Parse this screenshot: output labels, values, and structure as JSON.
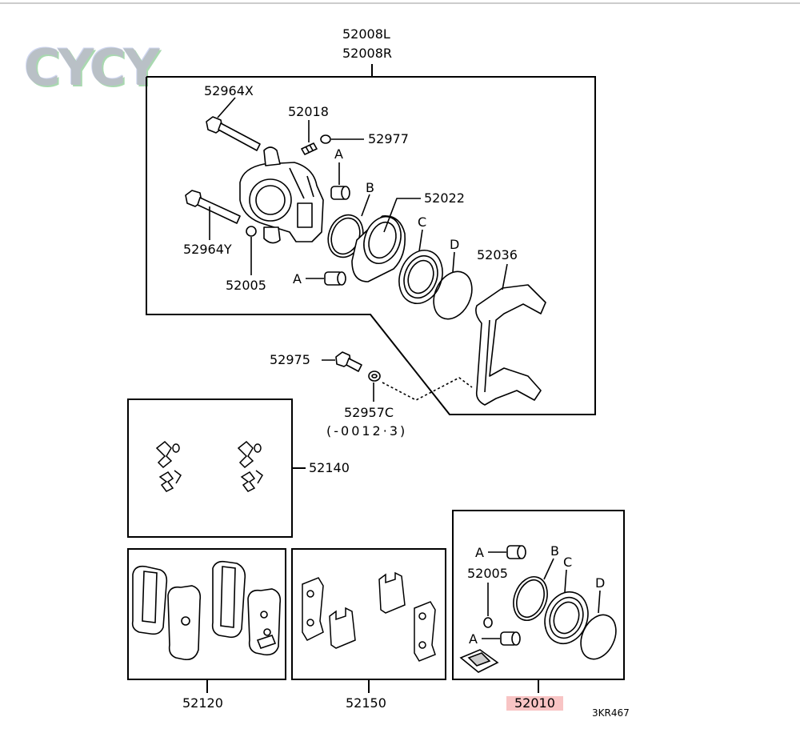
{
  "watermark": "CYCY",
  "diagram_code": "3KR467",
  "callouts": {
    "caliper_l": "52008L",
    "caliper_r": "52008R",
    "bolt_x": "52964X",
    "bleeder": "52018",
    "cap": "52977",
    "piston": "52022",
    "bolt_y": "52964Y",
    "bleeder_cap": "52005",
    "support": "52036",
    "support_bolt": "52975",
    "washer": "52957C",
    "washer_note": "(-0012·3)",
    "clip": "52140",
    "pads": "52120",
    "shims": "52150",
    "seal_kit": "52010",
    "kit_cap": "52005"
  },
  "letters": {
    "a": "A",
    "b": "B",
    "c": "C",
    "d": "D"
  },
  "highlight_color": "#f8c4c4"
}
